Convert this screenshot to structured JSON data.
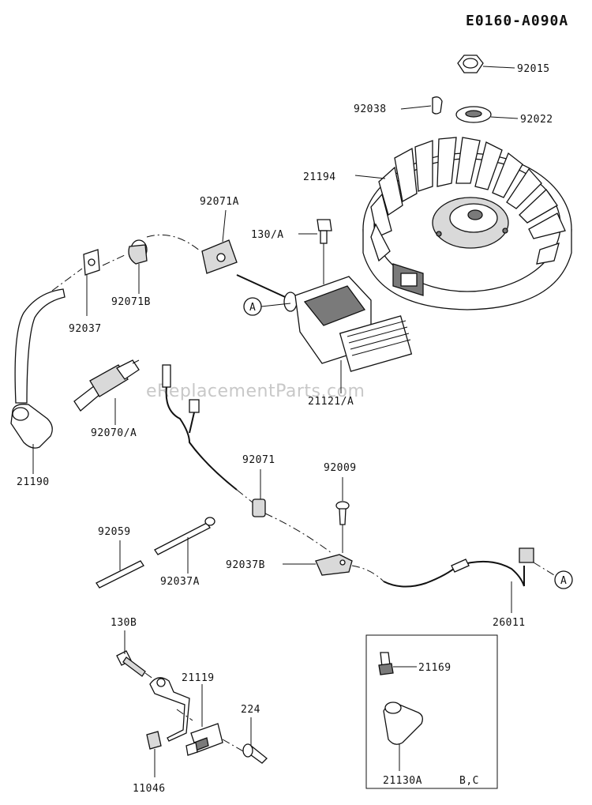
{
  "diagram_code": "E0160-A090A",
  "watermark": "eReplacementParts.com",
  "labels": {
    "p92015": "92015",
    "p92038": "92038",
    "p92022": "92022",
    "p21194": "21194",
    "p92071A": "92071A",
    "p130A": "130/A",
    "p92037": "92037",
    "p92071B": "92071B",
    "p21121A": "21121/A",
    "p92070A": "92070/A",
    "p21190": "21190",
    "p92071": "92071",
    "p92009": "92009",
    "p92059": "92059",
    "p92037A": "92037A",
    "p92037B": "92037B",
    "p26011": "26011",
    "p130B": "130B",
    "p21119": "21119",
    "p224": "224",
    "p11046": "11046",
    "p21169": "21169",
    "p21130A": "21130A",
    "inset_models": "B,C"
  },
  "callouts": {
    "ref_a1": "A",
    "ref_a2": "A"
  }
}
